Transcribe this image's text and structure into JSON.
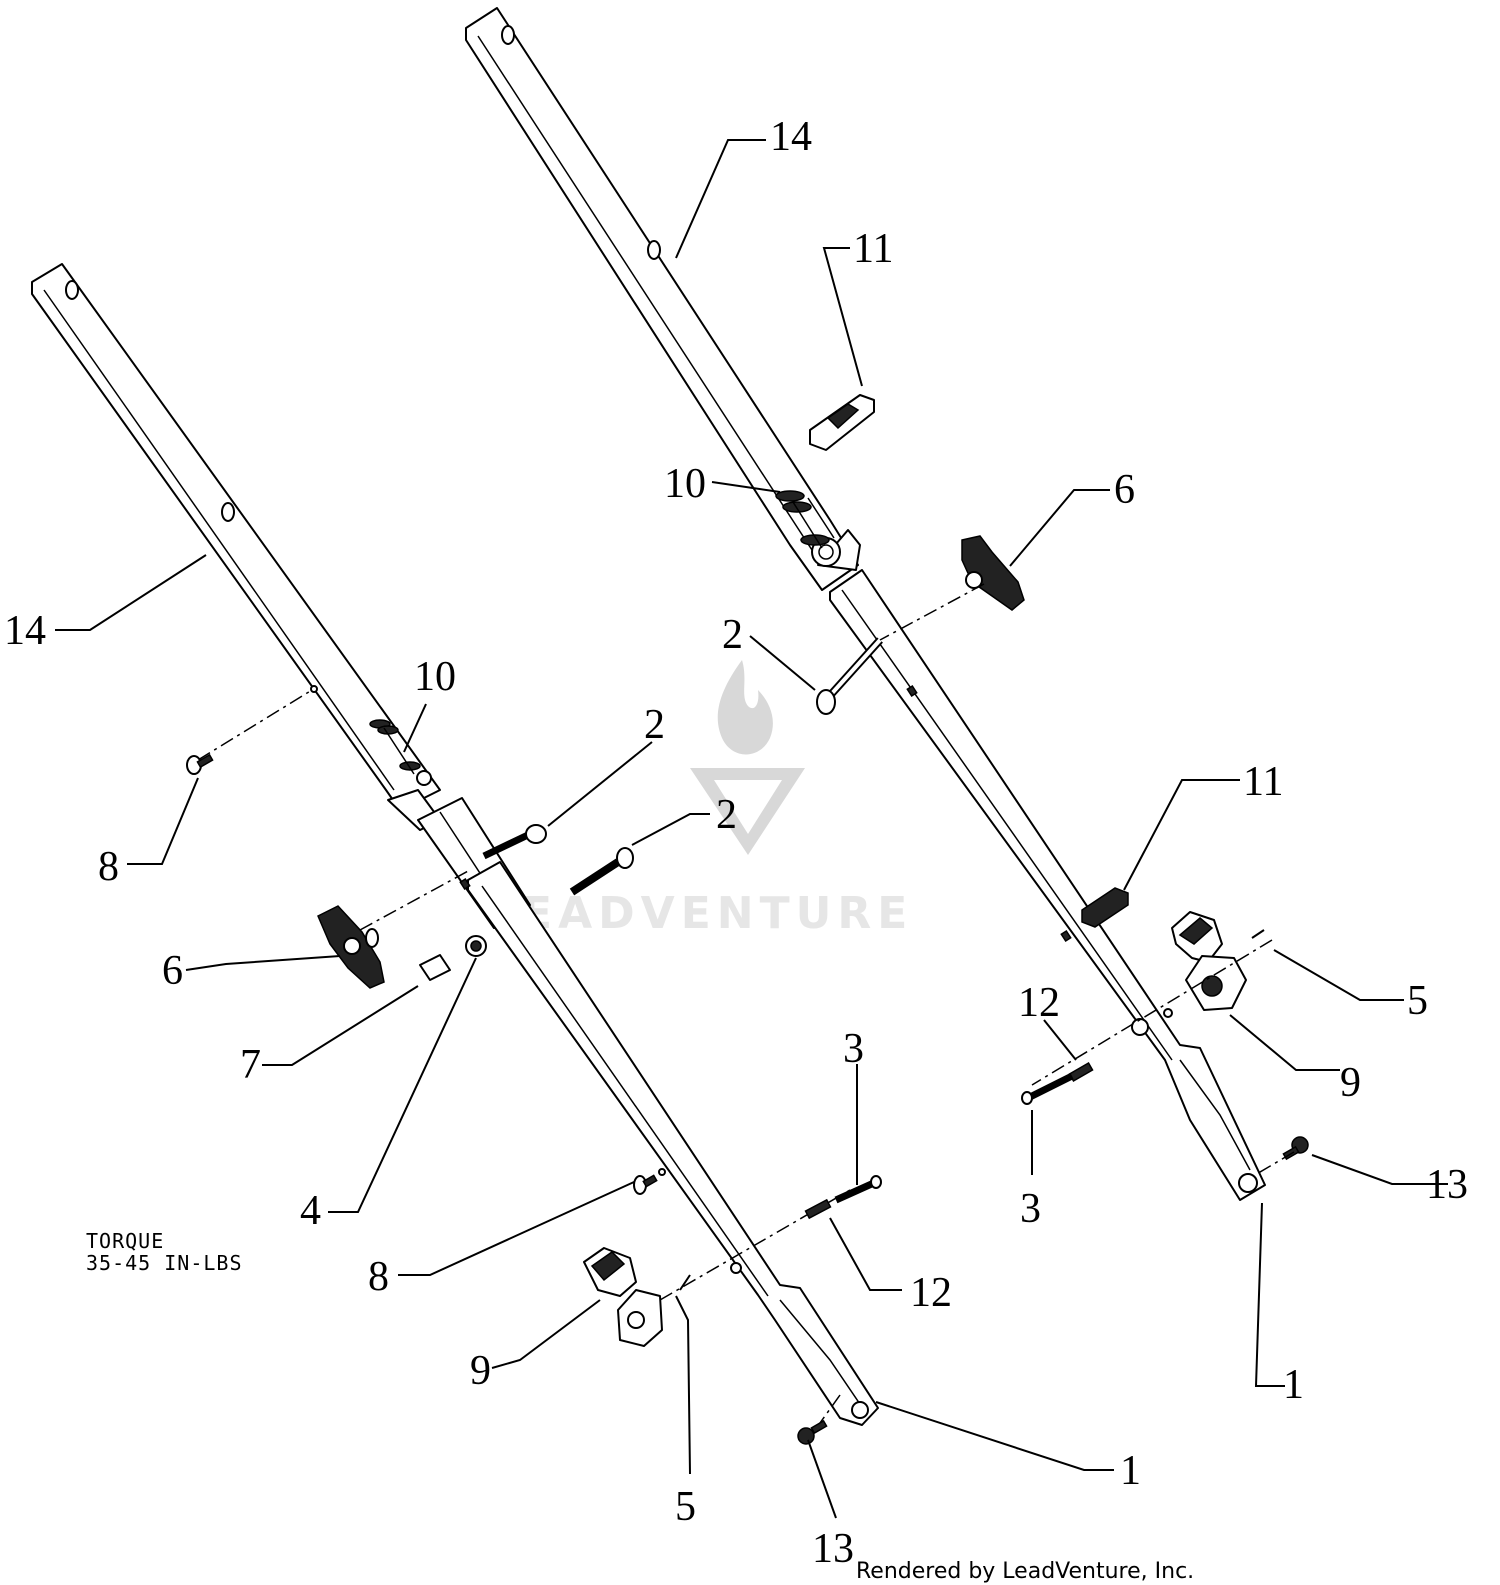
{
  "diagram": {
    "callouts": [
      {
        "id": "r14",
        "label": "14"
      },
      {
        "id": "r11a",
        "label": "11"
      },
      {
        "id": "r10",
        "label": "10"
      },
      {
        "id": "r6",
        "label": "6"
      },
      {
        "id": "r2",
        "label": "2"
      },
      {
        "id": "r11b",
        "label": "11"
      },
      {
        "id": "r5",
        "label": "5"
      },
      {
        "id": "r12",
        "label": "12"
      },
      {
        "id": "r9",
        "label": "9"
      },
      {
        "id": "r3",
        "label": "3"
      },
      {
        "id": "r13",
        "label": "13"
      },
      {
        "id": "r1",
        "label": "1"
      },
      {
        "id": "l14",
        "label": "14"
      },
      {
        "id": "l10",
        "label": "10"
      },
      {
        "id": "l2a",
        "label": "2"
      },
      {
        "id": "l2b",
        "label": "2"
      },
      {
        "id": "l8a",
        "label": "8"
      },
      {
        "id": "l6",
        "label": "6"
      },
      {
        "id": "l7",
        "label": "7"
      },
      {
        "id": "l4",
        "label": "4"
      },
      {
        "id": "l3",
        "label": "3"
      },
      {
        "id": "l8b",
        "label": "8"
      },
      {
        "id": "l12",
        "label": "12"
      },
      {
        "id": "l9",
        "label": "9"
      },
      {
        "id": "l5",
        "label": "5"
      },
      {
        "id": "l1",
        "label": "1"
      },
      {
        "id": "l13",
        "label": "13"
      }
    ],
    "torque_note": {
      "line1": "TORQUE",
      "line2": "35-45 IN-LBS"
    },
    "watermark_text": "LEADVENTURE",
    "credit": "Rendered by LeadVenture, Inc."
  }
}
